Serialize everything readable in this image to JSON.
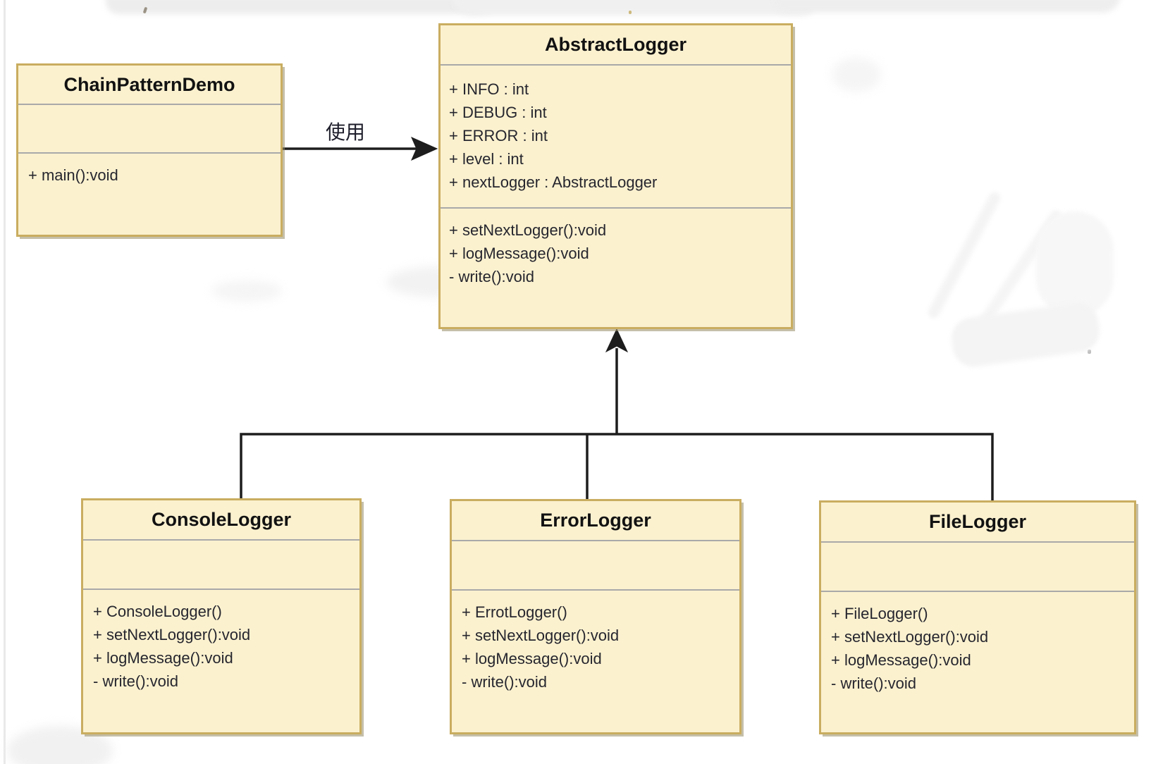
{
  "colors": {
    "background": "#FFFFFF",
    "class_fill": "#FBF1CF",
    "class_border": "#C9AD60",
    "divider": "#A9A9A9",
    "connector": "#1D1D1D",
    "title_text": "#121212",
    "body_text": "#26262E",
    "label_text": "#1D1D2B"
  },
  "classes": [
    {
      "name": "ChainPatternDemo",
      "attributes": [],
      "methods": [
        "+ main():void"
      ]
    },
    {
      "name": "AbstractLogger",
      "attributes": [
        "+ INFO : int",
        "+ DEBUG : int",
        "+ ERROR : int",
        "+ level : int",
        "+ nextLogger : AbstractLogger"
      ],
      "methods": [
        "+ setNextLogger():void",
        "+ logMessage():void",
        "- write():void"
      ]
    },
    {
      "name": "ConsoleLogger",
      "attributes": [],
      "methods": [
        "+ ConsoleLogger()",
        "+ setNextLogger():void",
        "+ logMessage():void",
        "- write():void"
      ]
    },
    {
      "name": "ErrorLogger",
      "attributes": [],
      "methods": [
        "+ ErrotLogger()",
        "+ setNextLogger():void",
        "+ logMessage():void",
        "- write():void"
      ]
    },
    {
      "name": "FileLogger",
      "attributes": [],
      "methods": [
        "+ FileLogger()",
        "+ setNextLogger():void",
        "+ logMessage():void",
        "- write():void"
      ]
    }
  ],
  "relations": {
    "dependency": {
      "type": "dependency",
      "from": "ChainPatternDemo",
      "to": "AbstractLogger",
      "label": "使用"
    },
    "generalization": {
      "type": "generalization",
      "to": "AbstractLogger",
      "from": "ConsoleLogger, ErrorLogger, FileLogger"
    }
  }
}
